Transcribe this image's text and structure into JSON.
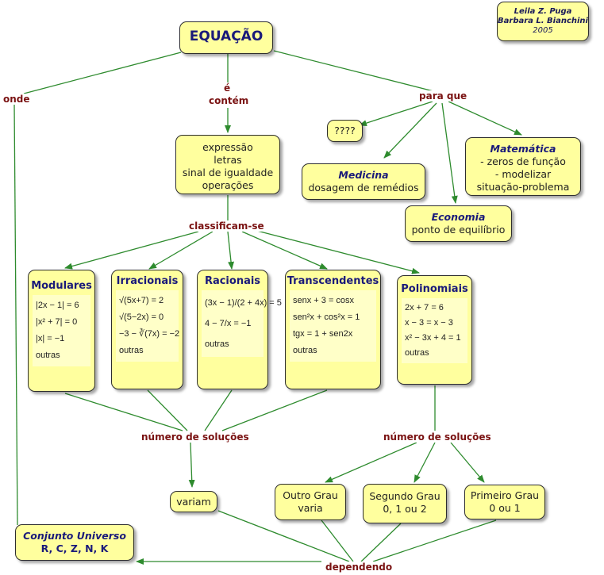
{
  "credits": {
    "line1": "Leila Z. Puga",
    "line2": "Barbara L. Bianchini",
    "line3": "2005"
  },
  "root": {
    "title": "EQUAÇÃO"
  },
  "links": {
    "onde": "onde",
    "e": "é",
    "contem": "contém",
    "para_que": "para que",
    "classificam": "classificam-se",
    "num_sol_left": "número de soluções",
    "num_sol_right": "número de soluções",
    "dependendo": "dependendo"
  },
  "contem_box": {
    "lines": [
      "expressão",
      "letras",
      "sinal de igualdade",
      "operações"
    ]
  },
  "para_que": {
    "unknown": "????",
    "medicina": {
      "title": "Medicina",
      "text": "dosagem de remédios"
    },
    "matematica": {
      "title": "Matemática",
      "lines": [
        "-  zeros de função",
        "-  modelizar",
        "situação-problema"
      ]
    },
    "economia": {
      "title": "Economia",
      "text": "ponto de equilíbrio"
    }
  },
  "types": [
    {
      "title": "Modulares",
      "eqs": [
        "|2x − 1| = 6",
        "|x² + 7| = 0",
        "|x| = −1"
      ],
      "other": "outras"
    },
    {
      "title": "Irracionais",
      "eqs": [
        "√(5x+7) = 2",
        "√(5−2x) = 0",
        "−3 − ∛(7x) = −2"
      ],
      "other": "outras"
    },
    {
      "title": "Racionais",
      "eqs": [
        "(3x − 1)/(2 + 4x) = 5",
        "4 − 7/x = −1"
      ],
      "other": "outras"
    },
    {
      "title": "Transcendentes",
      "eqs": [
        "senx + 3 = cosx",
        "sen²x + cos²x = 1",
        "tgx = 1 + sen2x"
      ],
      "other": "outras"
    },
    {
      "title": "Polinomiais",
      "eqs": [
        "2x + 7 = 6",
        "x − 3 = x − 3",
        "x² − 3x + 4 = 1"
      ],
      "other": "outras"
    }
  ],
  "variam": "variam",
  "degrees": [
    {
      "l1": "Outro Grau",
      "l2": "varia"
    },
    {
      "l1": "Segundo Grau",
      "l2": "0, 1 ou 2"
    },
    {
      "l1": "Primeiro Grau",
      "l2": "0 ou 1"
    }
  ],
  "universe": {
    "title": "Conjunto Universo",
    "sets": "R, C, Z, N, K"
  },
  "colors": {
    "node_fill": "#ffff9e",
    "eq_fill": "#ffffc8",
    "link_label": "#7a1212",
    "title": "#1a1a7a",
    "arrow": "#2e8b2e"
  }
}
